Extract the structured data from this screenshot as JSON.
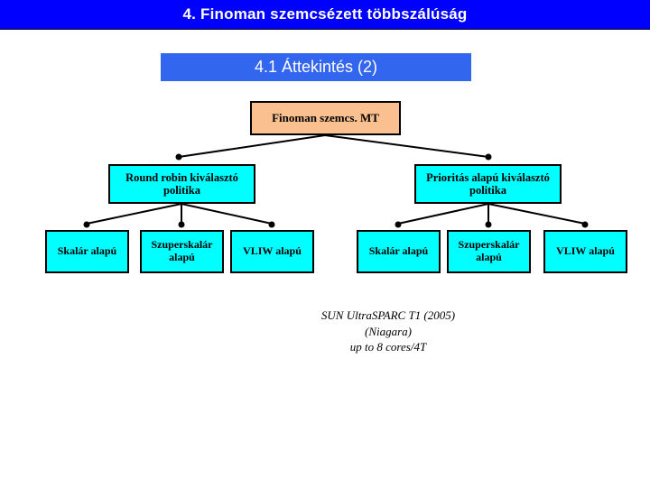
{
  "slide": {
    "header_title": "4. Finoman szemcsézett többszálúság",
    "subtitle": "4.1 Áttekintés (2)",
    "header_bg": "#0000ff",
    "subtitle_bg": "#3366ee",
    "root_box_bg": "#fac090",
    "node_box_bg": "#00ffff",
    "line_color": "#000000"
  },
  "diagram": {
    "root": {
      "label": "Finoman szemcs. MT"
    },
    "level2": [
      {
        "label": "Round robin kiválasztó politika"
      },
      {
        "label": "Prioritás alapú kiválasztó politika"
      }
    ],
    "leaves_left": [
      {
        "label": "Skalár alapú"
      },
      {
        "label": "Szuperskalár alapú"
      },
      {
        "label": "VLIW alapú"
      }
    ],
    "leaves_right": [
      {
        "label": "Skalár alapú"
      },
      {
        "label": "Szuperskalár alapú"
      },
      {
        "label": "VLIW alapú"
      }
    ]
  },
  "caption": {
    "line1": "SUN UltraSPARC T1 (2005)",
    "line2": "(Niagara)",
    "line3": "up to 8 cores/4T"
  }
}
